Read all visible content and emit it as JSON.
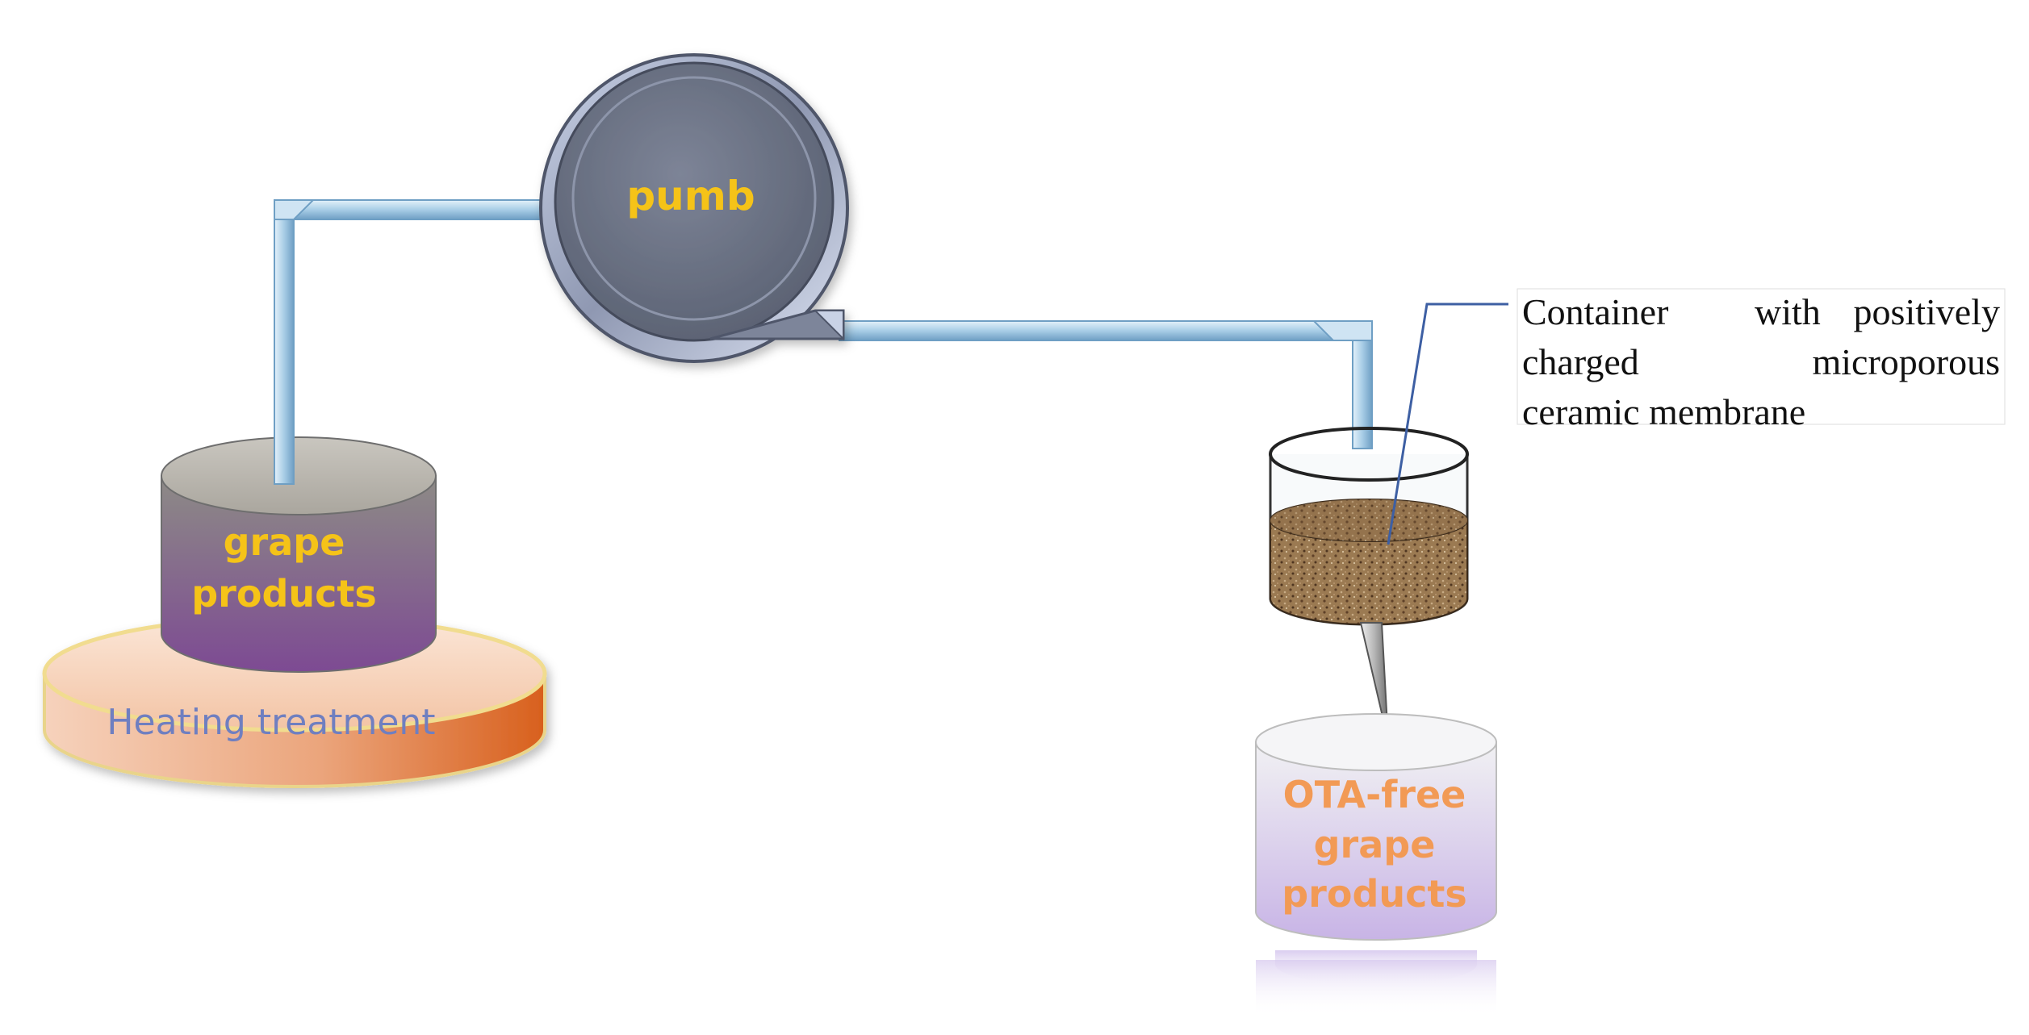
{
  "labels": {
    "pump": "pumb",
    "source_container_line1": "grape",
    "source_container_line2": "products",
    "heater": "Heating treatment",
    "output_line1": "OTA-free",
    "output_line2": "grape",
    "output_line3": "products",
    "callout_line1_word1": "Container",
    "callout_line1_word2": "with",
    "callout_line1_word3": "positively",
    "callout_line2_word1": "charged",
    "callout_line2_word2": "microporous",
    "callout_line3": "ceramic membrane"
  },
  "colors": {
    "pipe": "#a8cde6",
    "pipe_edge": "#6f9fc4",
    "pump_body": "#6b7284",
    "label_yellow": "#f5c318",
    "heater_text": "#6f7fc0",
    "output_text": "#f29a55",
    "heater_orange": "#dd6b22",
    "membrane_brown": "#8a6a47"
  }
}
